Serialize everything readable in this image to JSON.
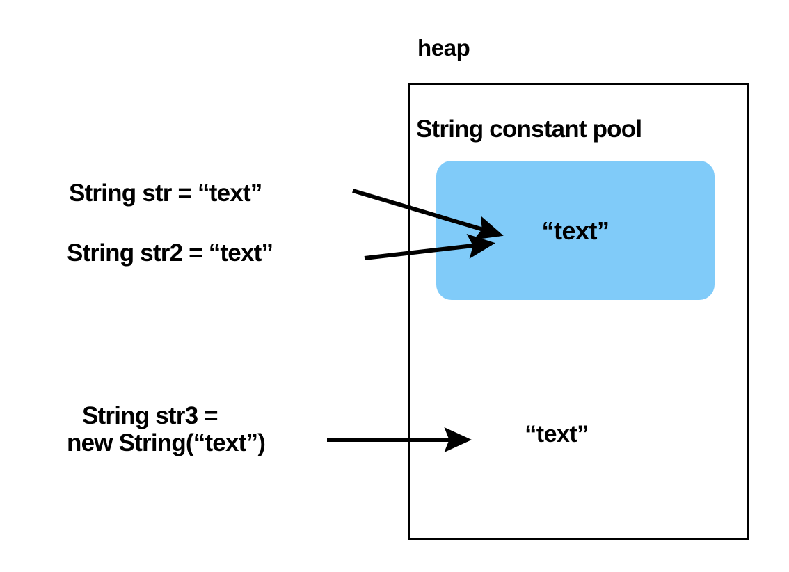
{
  "diagram": {
    "title": "heap",
    "heap": {
      "label": "heap",
      "pool": {
        "label": "String constant pool",
        "literal": "“text”",
        "fill_color": "#80cbf9"
      },
      "literal": "“text”"
    },
    "labels": {
      "str": "String str = “text”",
      "str2": "String str2 = “text”",
      "str3_line1": "String str3 =",
      "str3_line2": "new String(“text”)"
    },
    "arrows": [
      {
        "name": "arrow-str-to-pool",
        "from": "String str = “text”",
        "to": "String constant pool “text”"
      },
      {
        "name": "arrow-str2-to-pool",
        "from": "String str2 = “text”",
        "to": "String constant pool “text”"
      },
      {
        "name": "arrow-str3-to-heap",
        "from": "new String(“text”)",
        "to": "heap “text”"
      }
    ],
    "colors": {
      "background": "#ffffff",
      "stroke": "#000000",
      "pool_fill": "#80cbf9"
    }
  }
}
